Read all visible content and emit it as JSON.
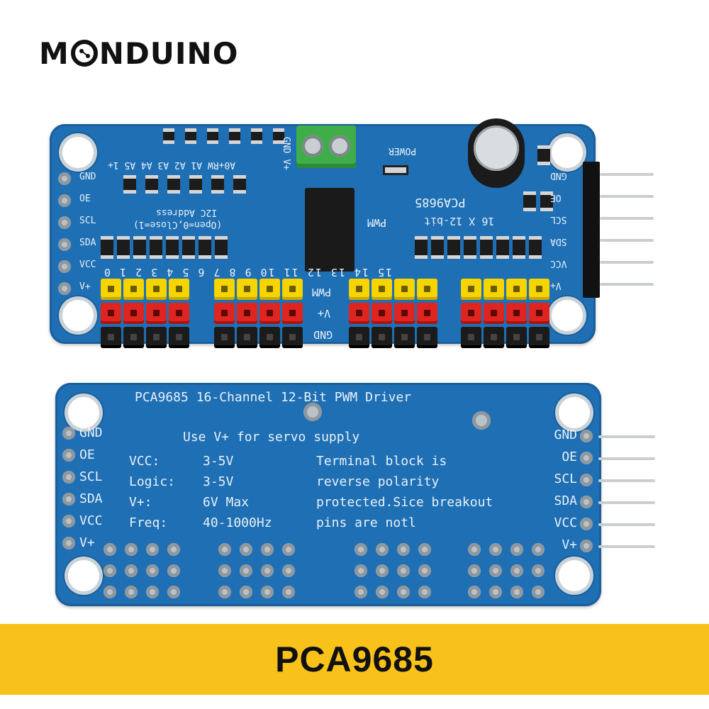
{
  "brand": {
    "name_left": "M",
    "name_right": "NDUINO",
    "logo_icon": "circuit-o-icon"
  },
  "top_board": {
    "pin_labels_left": [
      "GND",
      "OE",
      "SCL",
      "SDA",
      "VCC",
      "V+"
    ],
    "pin_labels_right": [
      "GND",
      "OE",
      "SCL",
      "SDA",
      "VCC",
      "V+"
    ],
    "address_labels": "A0+RW  A1  A2  A3  A4  A5  1+",
    "i2c_label": "I2C Address",
    "i2c_sub": "(Open=0,Close=1)",
    "chip_label": "PCA9685",
    "chip_sub": "16 X 12-bit",
    "pwm_label": "PWM",
    "power_label": "POWER",
    "terminal_label": "GND  V+",
    "row_labels": [
      "PWM",
      "V+",
      "GND"
    ],
    "channel_numbers": "15 14 13 12   11 10 9 8   7 6 5 4   3 2 1 0"
  },
  "bottom_board": {
    "title": "PCA9685 16-Channel 12-Bit PWM Driver",
    "servo_note": "Use V+ for servo supply",
    "pin_labels_left": [
      "GND",
      "OE",
      "SCL",
      "SDA",
      "VCC",
      "V+"
    ],
    "pin_labels_right": [
      "GND",
      "OE",
      "SCL",
      "SDA",
      "VCC",
      "V+"
    ],
    "specs": [
      {
        "label": "VCC:",
        "value": "3-5V"
      },
      {
        "label": "Logic:",
        "value": "3-5V"
      },
      {
        "label": "V+:",
        "value": "6V Max"
      },
      {
        "label": "Freq:",
        "value": "40-1000Hz"
      }
    ],
    "note_lines": [
      "Terminal block is",
      "reverse polarity",
      "protected.Sice breakout",
      "pins are notl"
    ]
  },
  "footer": {
    "title": "PCA9685"
  },
  "colors": {
    "board": "#1f6fb4",
    "footer": "#f8c21a",
    "pin_yellow": "#f5d400",
    "pin_red": "#e0241f"
  }
}
